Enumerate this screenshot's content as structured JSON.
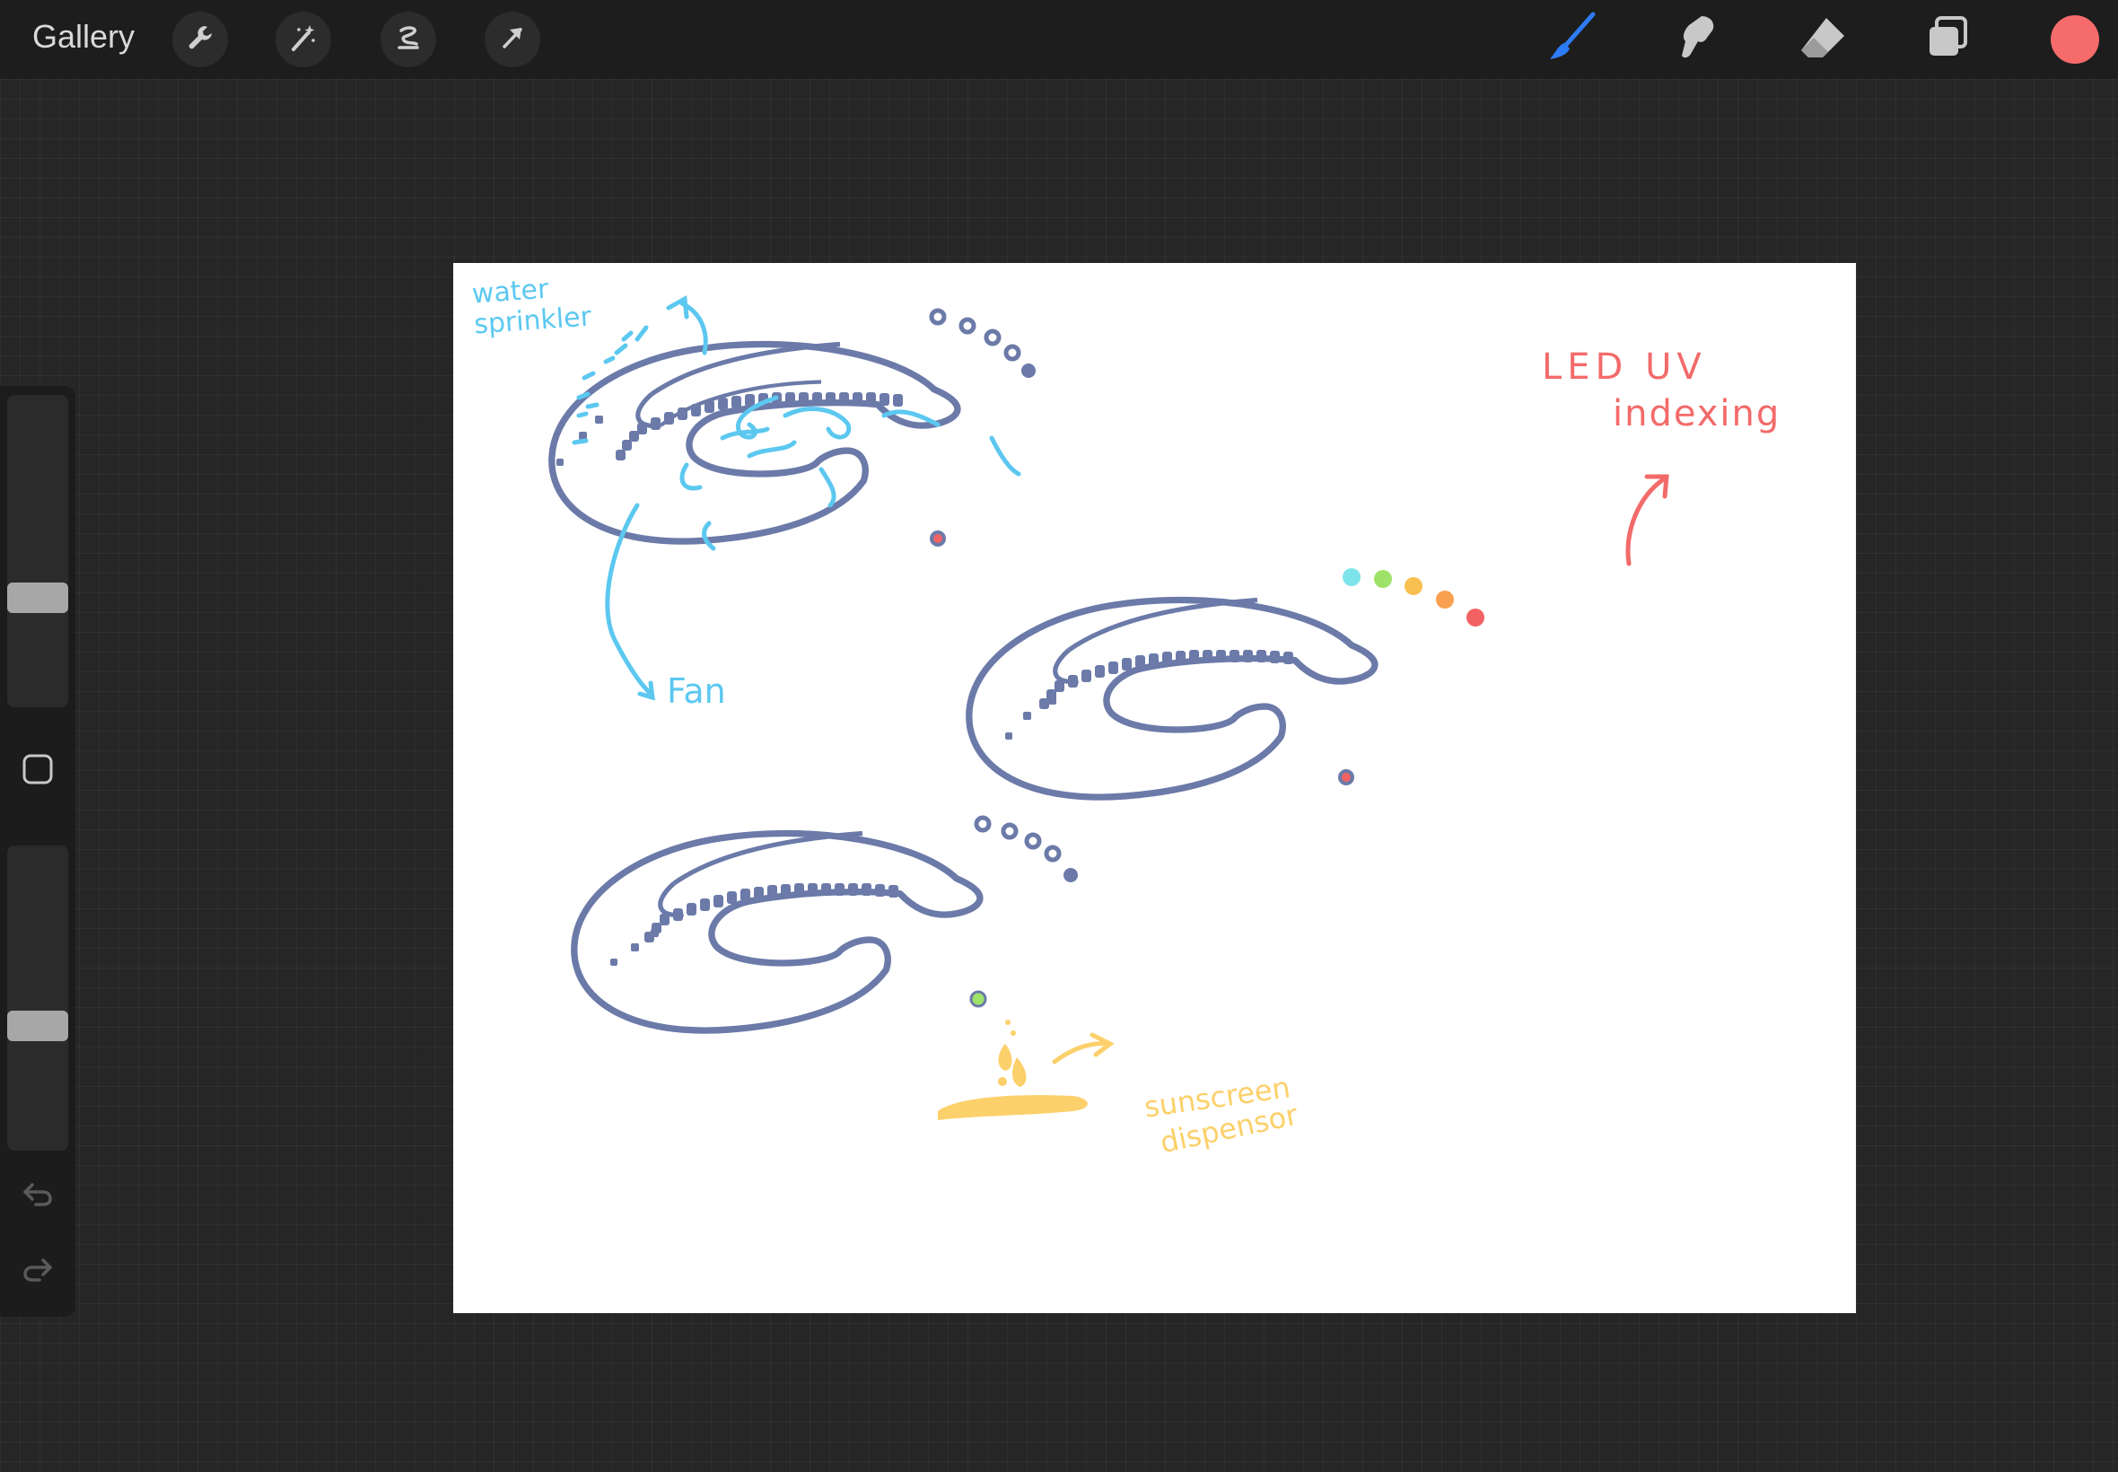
{
  "toolbar": {
    "gallery_label": "Gallery",
    "left_tools": [
      "wrench-icon",
      "magic-wand-icon",
      "selection-icon",
      "transform-arrow-icon"
    ],
    "right_tools": [
      "brush-icon",
      "smudge-icon",
      "eraser-icon",
      "layers-icon"
    ],
    "active_color": "#f66b6b",
    "brush_color": "#2d7cf6"
  },
  "sidebar": {
    "brush_size_level": 0.32,
    "opacity_level": 0.64,
    "icons": [
      "modify-square-icon",
      "undo-icon",
      "redo-icon"
    ]
  },
  "canvas": {
    "annotations": {
      "water_sprinkler": "water\nsprinkler",
      "fan": "Fan",
      "led_uv": "LED UV",
      "indexing": "indexing",
      "sunscreen": "sunscreen",
      "dispensor": "dispensor"
    },
    "colors": {
      "outline": "#6b7aa8",
      "water": "#5cc8f0",
      "led_label": "#f36a6a",
      "sunscreen": "#fcd06a",
      "led_dots": [
        "#7de4ec",
        "#9fe26a",
        "#f8c050",
        "#f8a050",
        "#f36262"
      ]
    }
  }
}
